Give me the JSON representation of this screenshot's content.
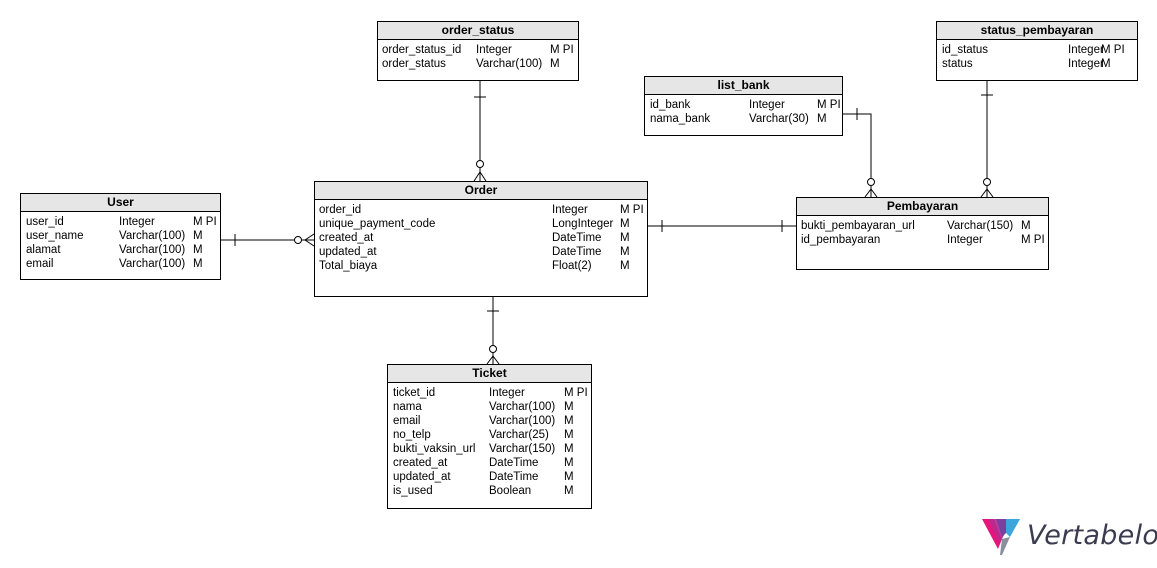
{
  "entities": {
    "order_status": {
      "title": "order_status",
      "rows": [
        {
          "name": "order_status_id",
          "type": "Integer",
          "flags": "M PI"
        },
        {
          "name": "order_status",
          "type": "Varchar(100)",
          "flags": "M"
        }
      ]
    },
    "status_pembayaran": {
      "title": "status_pembayaran",
      "rows": [
        {
          "name": "id_status",
          "type": "Integer",
          "flags": "M PI"
        },
        {
          "name": "status",
          "type": "Integer",
          "flags": "M"
        }
      ]
    },
    "list_bank": {
      "title": "list_bank",
      "rows": [
        {
          "name": "id_bank",
          "type": "Integer",
          "flags": "M PI"
        },
        {
          "name": "nama_bank",
          "type": "Varchar(30)",
          "flags": "M"
        }
      ]
    },
    "user": {
      "title": "User",
      "rows": [
        {
          "name": "user_id",
          "type": "Integer",
          "flags": "M PI"
        },
        {
          "name": "user_name",
          "type": "Varchar(100)",
          "flags": "M"
        },
        {
          "name": "alamat",
          "type": "Varchar(100)",
          "flags": "M"
        },
        {
          "name": "email",
          "type": "Varchar(100)",
          "flags": "M"
        }
      ]
    },
    "order": {
      "title": "Order",
      "rows": [
        {
          "name": "order_id",
          "type": "Integer",
          "flags": "M PI"
        },
        {
          "name": "unique_payment_code",
          "type": "LongInteger",
          "flags": "M"
        },
        {
          "name": "created_at",
          "type": "DateTime",
          "flags": "M"
        },
        {
          "name": "updated_at",
          "type": "DateTime",
          "flags": "M"
        },
        {
          "name": "Total_biaya",
          "type": "Float(2)",
          "flags": "M"
        }
      ]
    },
    "pembayaran": {
      "title": "Pembayaran",
      "rows": [
        {
          "name": "bukti_pembayaran_url",
          "type": "Varchar(150)",
          "flags": "M"
        },
        {
          "name": "id_pembayaran",
          "type": "Integer",
          "flags": "M PI"
        }
      ]
    },
    "ticket": {
      "title": "Ticket",
      "rows": [
        {
          "name": "ticket_id",
          "type": "Integer",
          "flags": "M PI"
        },
        {
          "name": "nama",
          "type": "Varchar(100)",
          "flags": "M"
        },
        {
          "name": "email",
          "type": "Varchar(100)",
          "flags": "M"
        },
        {
          "name": "no_telp",
          "type": "Varchar(25)",
          "flags": "M"
        },
        {
          "name": "bukti_vaksin_url",
          "type": "Varchar(150)",
          "flags": "M"
        },
        {
          "name": "created_at",
          "type": "DateTime",
          "flags": "M"
        },
        {
          "name": "updated_at",
          "type": "DateTime",
          "flags": "M"
        },
        {
          "name": "is_used",
          "type": "Boolean",
          "flags": "M"
        }
      ]
    }
  },
  "relationships": [
    {
      "from": "order_status",
      "to": "order",
      "cardinality": "one-to-many"
    },
    {
      "from": "user",
      "to": "order",
      "cardinality": "one-to-many"
    },
    {
      "from": "order",
      "to": "ticket",
      "cardinality": "one-to-many"
    },
    {
      "from": "order",
      "to": "pembayaran",
      "cardinality": "one-to-one"
    },
    {
      "from": "list_bank",
      "to": "pembayaran",
      "cardinality": "one-to-many"
    },
    {
      "from": "status_pembayaran",
      "to": "pembayaran",
      "cardinality": "one-to-many"
    }
  ],
  "brand": {
    "name": "Vertabelo",
    "colors": [
      "#e4167b",
      "#7b3fa0",
      "#3aa6dc",
      "#8a8fa0"
    ]
  }
}
